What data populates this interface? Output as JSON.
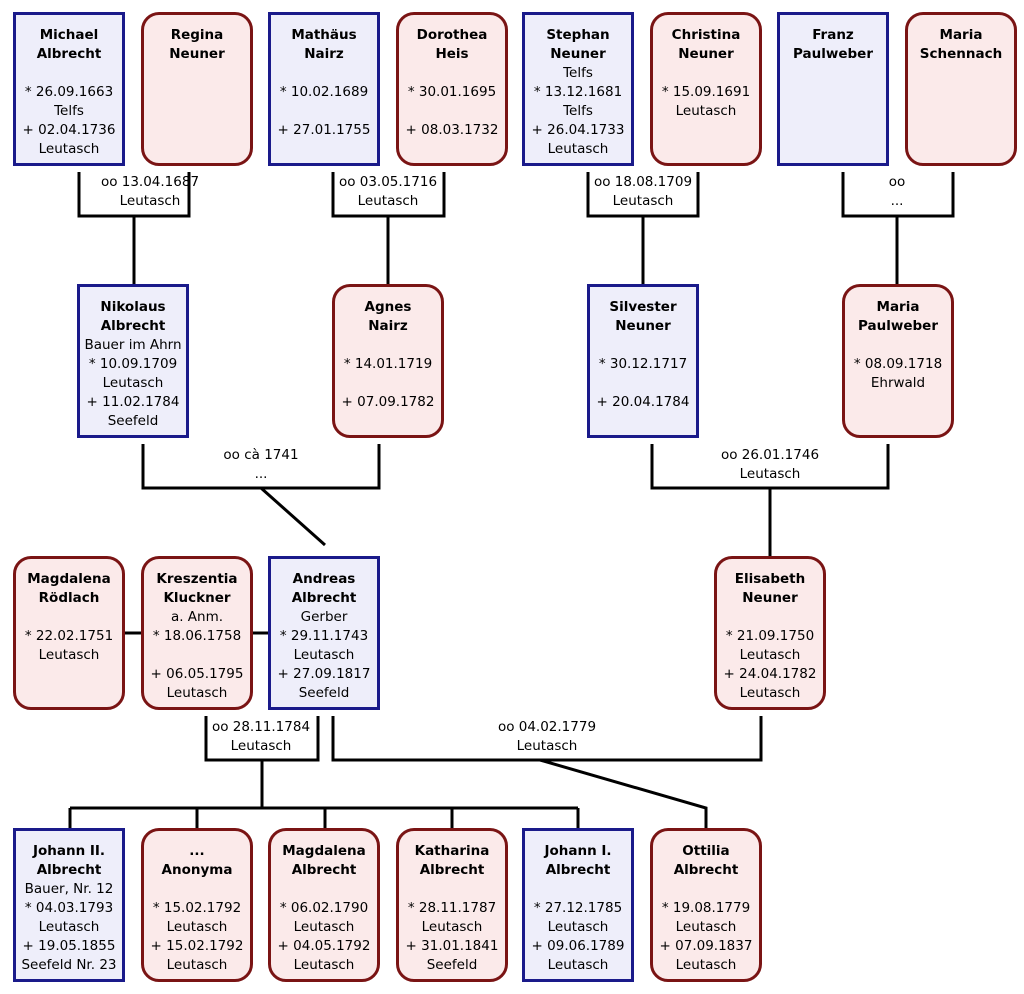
{
  "colors": {
    "male_border": "#1a1a8a",
    "male_fill": "#eeeefa",
    "female_border": "#7a1414",
    "female_fill": "#fbeaea",
    "line": "#000000"
  },
  "persons": {
    "michael": {
      "sex": "m",
      "name": [
        "Michael",
        "Albrecht"
      ],
      "lines": [
        "",
        "* 26.09.1663",
        "Telfs",
        "+ 02.04.1736",
        "Leutasch"
      ]
    },
    "regina": {
      "sex": "f",
      "name": [
        "Regina",
        "Neuner"
      ],
      "lines": []
    },
    "mathaeus": {
      "sex": "m",
      "name": [
        "Mathäus",
        "Nairz"
      ],
      "lines": [
        "",
        "* 10.02.1689",
        "",
        "+ 27.01.1755"
      ]
    },
    "dorothea": {
      "sex": "f",
      "name": [
        "Dorothea",
        "Heis"
      ],
      "lines": [
        "",
        "* 30.01.1695",
        "",
        "+ 08.03.1732"
      ]
    },
    "stephan": {
      "sex": "m",
      "name": [
        "Stephan",
        "Neuner"
      ],
      "lines": [
        "Telfs",
        "* 13.12.1681",
        "Telfs",
        "+ 26.04.1733",
        "Leutasch"
      ]
    },
    "christina": {
      "sex": "f",
      "name": [
        "Christina",
        "Neuner"
      ],
      "lines": [
        "",
        "* 15.09.1691",
        "Leutasch"
      ]
    },
    "franz": {
      "sex": "m",
      "name": [
        "Franz",
        "Paulweber"
      ],
      "lines": []
    },
    "mariasch": {
      "sex": "f",
      "name": [
        "Maria",
        "Schennach"
      ],
      "lines": []
    },
    "nikolaus": {
      "sex": "m",
      "name": [
        "Nikolaus",
        "Albrecht"
      ],
      "lines": [
        "Bauer im Ahrn",
        "* 10.09.1709",
        "Leutasch",
        "+ 11.02.1784",
        "Seefeld"
      ]
    },
    "agnes": {
      "sex": "f",
      "name": [
        "Agnes",
        "Nairz"
      ],
      "lines": [
        "",
        "* 14.01.1719",
        "",
        "+ 07.09.1782"
      ]
    },
    "silvester": {
      "sex": "m",
      "name": [
        "Silvester",
        "Neuner"
      ],
      "lines": [
        "",
        "* 30.12.1717",
        "",
        "+ 20.04.1784"
      ]
    },
    "mariapaul": {
      "sex": "f",
      "name": [
        "Maria",
        "Paulweber"
      ],
      "lines": [
        "",
        "* 08.09.1718",
        "Ehrwald"
      ]
    },
    "magdalenaR": {
      "sex": "f",
      "name": [
        "Magdalena",
        "Rödlach"
      ],
      "lines": [
        "",
        "* 22.02.1751",
        "Leutasch"
      ]
    },
    "kreszentia": {
      "sex": "f",
      "name": [
        "Kreszentia",
        "Kluckner"
      ],
      "lines": [
        "a. Anm.",
        "* 18.06.1758",
        "",
        "+ 06.05.1795",
        "Leutasch"
      ]
    },
    "andreas": {
      "sex": "m",
      "name": [
        "Andreas",
        "Albrecht"
      ],
      "lines": [
        "Gerber",
        "* 29.11.1743",
        "Leutasch",
        "+ 27.09.1817",
        "Seefeld"
      ]
    },
    "elisabeth": {
      "sex": "f",
      "name": [
        "Elisabeth",
        "Neuner"
      ],
      "lines": [
        "",
        "* 21.09.1750",
        "Leutasch",
        "+ 24.04.1782",
        "Leutasch"
      ]
    },
    "johann2": {
      "sex": "m",
      "name": [
        "Johann II.",
        "Albrecht"
      ],
      "lines": [
        "Bauer, Nr. 12",
        "* 04.03.1793",
        "Leutasch",
        "+ 19.05.1855",
        "Seefeld Nr. 23"
      ]
    },
    "anonyma": {
      "sex": "f",
      "name": [
        "...",
        "Anonyma"
      ],
      "lines": [
        "",
        "* 15.02.1792",
        "Leutasch",
        "+ 15.02.1792",
        "Leutasch"
      ]
    },
    "magdalenaA": {
      "sex": "f",
      "name": [
        "Magdalena",
        "Albrecht"
      ],
      "lines": [
        "",
        "* 06.02.1790",
        "Leutasch",
        "+ 04.05.1792",
        "Leutasch"
      ]
    },
    "katharina": {
      "sex": "f",
      "name": [
        "Katharina",
        "Albrecht"
      ],
      "lines": [
        "",
        "* 28.11.1787",
        "Leutasch",
        "+ 31.01.1841",
        "Seefeld"
      ]
    },
    "johann1": {
      "sex": "m",
      "name": [
        "Johann I.",
        "Albrecht"
      ],
      "lines": [
        "",
        "* 27.12.1785",
        "Leutasch",
        "+ 09.06.1789",
        "Leutasch"
      ]
    },
    "ottilia": {
      "sex": "f",
      "name": [
        "Ottilia",
        "Albrecht"
      ],
      "lines": [
        "",
        "* 19.08.1779",
        "Leutasch",
        "+ 07.09.1837",
        "Leutasch"
      ]
    }
  },
  "marriages": {
    "m1": [
      "oo 13.04.1687",
      "Leutasch"
    ],
    "m2": [
      "oo 03.05.1716",
      "Leutasch"
    ],
    "m3": [
      "oo 18.08.1709",
      "Leutasch"
    ],
    "m4": [
      "oo",
      "..."
    ],
    "m5": [
      "oo cà 1741",
      "..."
    ],
    "m6": [
      "oo 26.01.1746",
      "Leutasch"
    ],
    "m7": [
      "oo 28.11.1784",
      "Leutasch"
    ],
    "m8": [
      "oo 04.02.1779",
      "Leutasch"
    ]
  }
}
